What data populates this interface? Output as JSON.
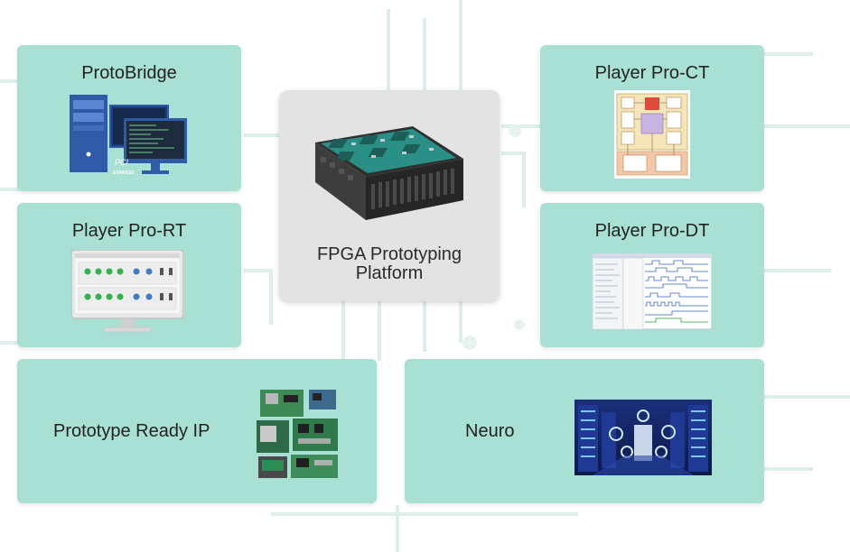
{
  "cards": {
    "protobridge": {
      "title": "ProtoBridge",
      "pci_label": "PCI",
      "pci_sub": "EXPRESS"
    },
    "player_pro_ct": {
      "title": "Player Pro-CT"
    },
    "player_pro_rt": {
      "title": "Player Pro-RT"
    },
    "player_pro_dt": {
      "title": "Player Pro-DT"
    },
    "prototype_ready_ip": {
      "title": "Prototype Ready IP"
    },
    "neuro": {
      "title": "Neuro"
    }
  },
  "center": {
    "title_line1": "FPGA Prototyping",
    "title_line2": "Platform"
  },
  "colors": {
    "card": "#a9e0d4",
    "center_card": "#e3e3e3",
    "circuit": "#dcefe9"
  }
}
